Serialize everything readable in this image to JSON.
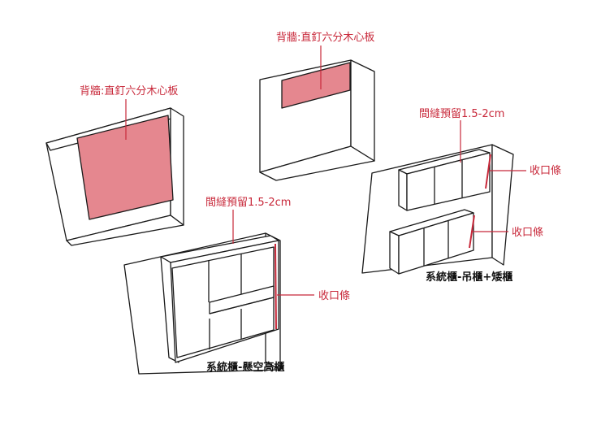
{
  "labels": {
    "back_wall_left": "背牆:直釘六分木心板",
    "back_wall_top": "背牆:直釘六分木心板",
    "gap_right": "間縫預留1.5-2cm",
    "trim_upper_right": "收口條",
    "trim_lower_right": "收口條",
    "caption_right": "系統櫃-吊櫃+矮櫃",
    "gap_center": "間縫預留1.5-2cm",
    "trim_center": "收口條",
    "caption_center": "系統櫃-懸空高櫃"
  },
  "colors": {
    "panel_fill": "#e5878f",
    "accent_red": "#c8283a",
    "line": "#1a1a1a",
    "wall_fill": "#ffffff"
  }
}
